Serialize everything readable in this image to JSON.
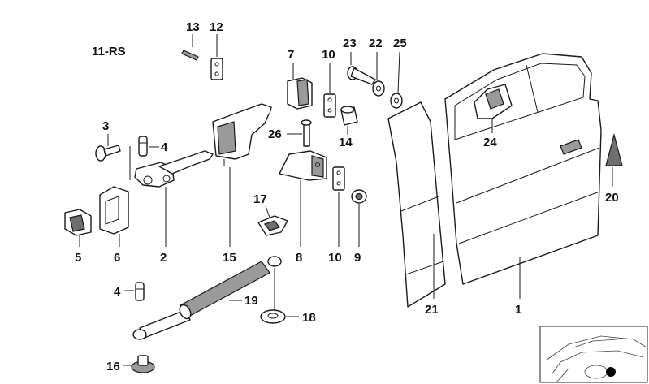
{
  "diagram": {
    "group_label": "11-RS",
    "callouts": {
      "c1": "1",
      "c2": "2",
      "c3": "3",
      "c4a": "4",
      "c4b": "4",
      "c5": "5",
      "c6": "6",
      "c7": "7",
      "c8": "8",
      "c9": "9",
      "c10a": "10",
      "c10b": "10",
      "c12": "12",
      "c13": "13",
      "c14": "14",
      "c15": "15",
      "c16": "16",
      "c17": "17",
      "c18": "18",
      "c19": "19",
      "c20": "20",
      "c21": "21",
      "c22": "22",
      "c23": "23",
      "c24": "24",
      "c25": "25",
      "c26": "26"
    }
  }
}
